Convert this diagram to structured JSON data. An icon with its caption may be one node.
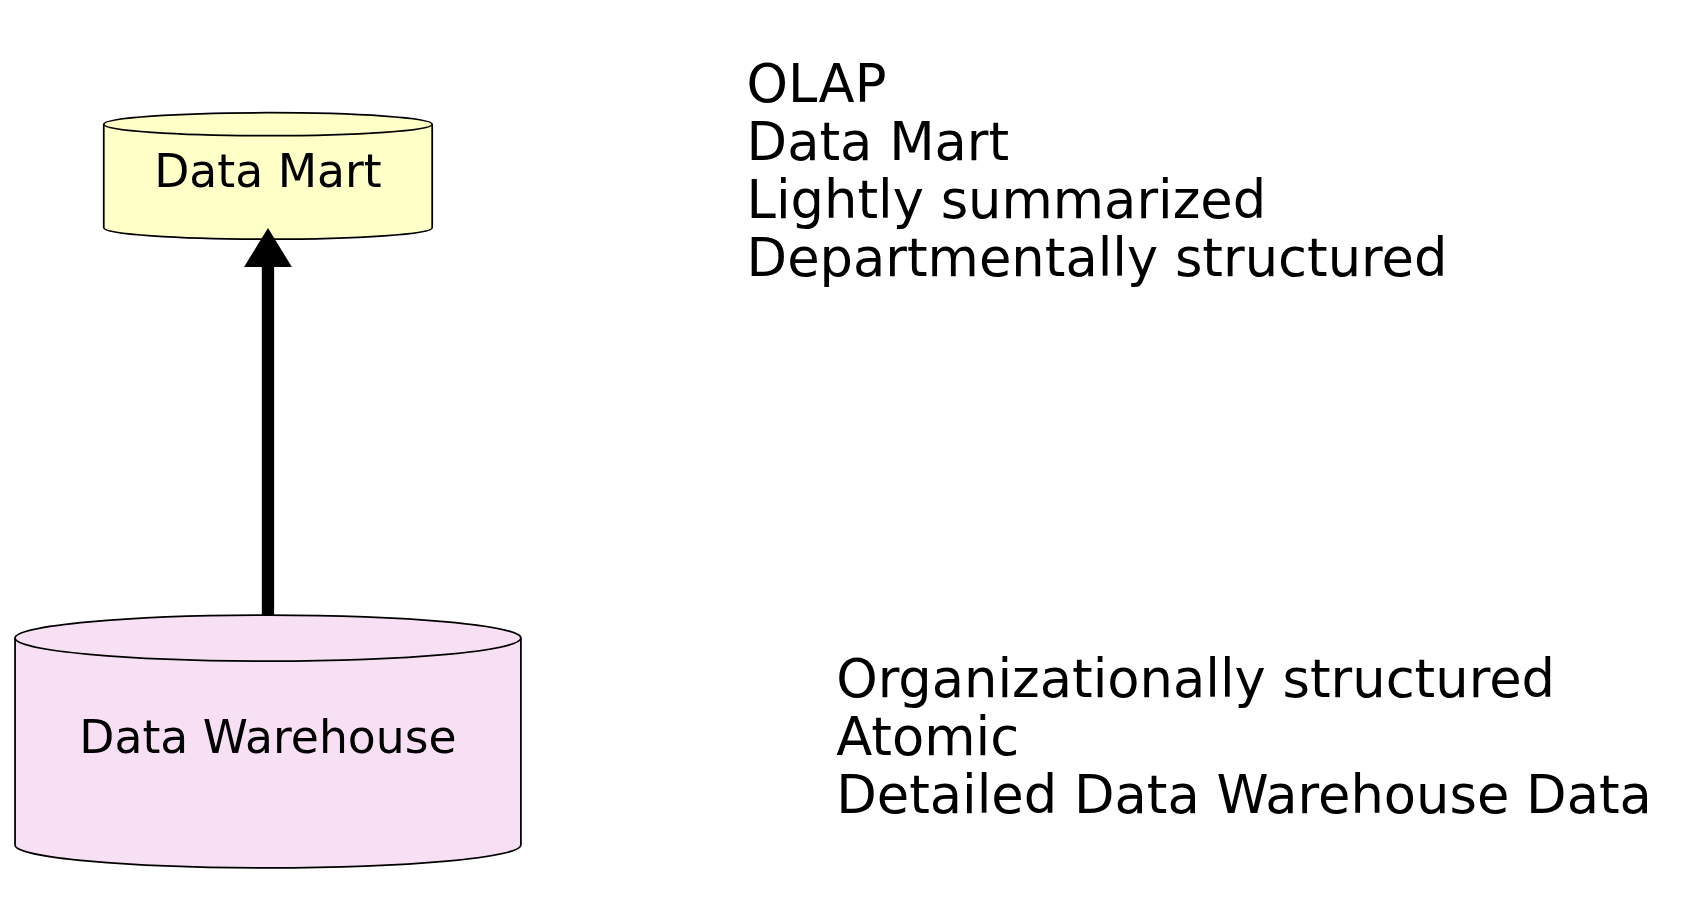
{
  "diagram": {
    "nodes": [
      {
        "text": [
          "Data Mart"
        ],
        "beside": [
          "OLAP",
          "Data Mart",
          "Lightly summarized",
          "Departmentally structured"
        ]
      },
      {
        "text": [
          "Data Warehouse"
        ],
        "beside": [
          "Organizationally structured",
          "Atomic",
          "Detailed Data Warehouse Data"
        ]
      }
    ],
    "edges": [
      {
        "from": 1,
        "to": 0,
        "arrow": "to"
      }
    ]
  }
}
